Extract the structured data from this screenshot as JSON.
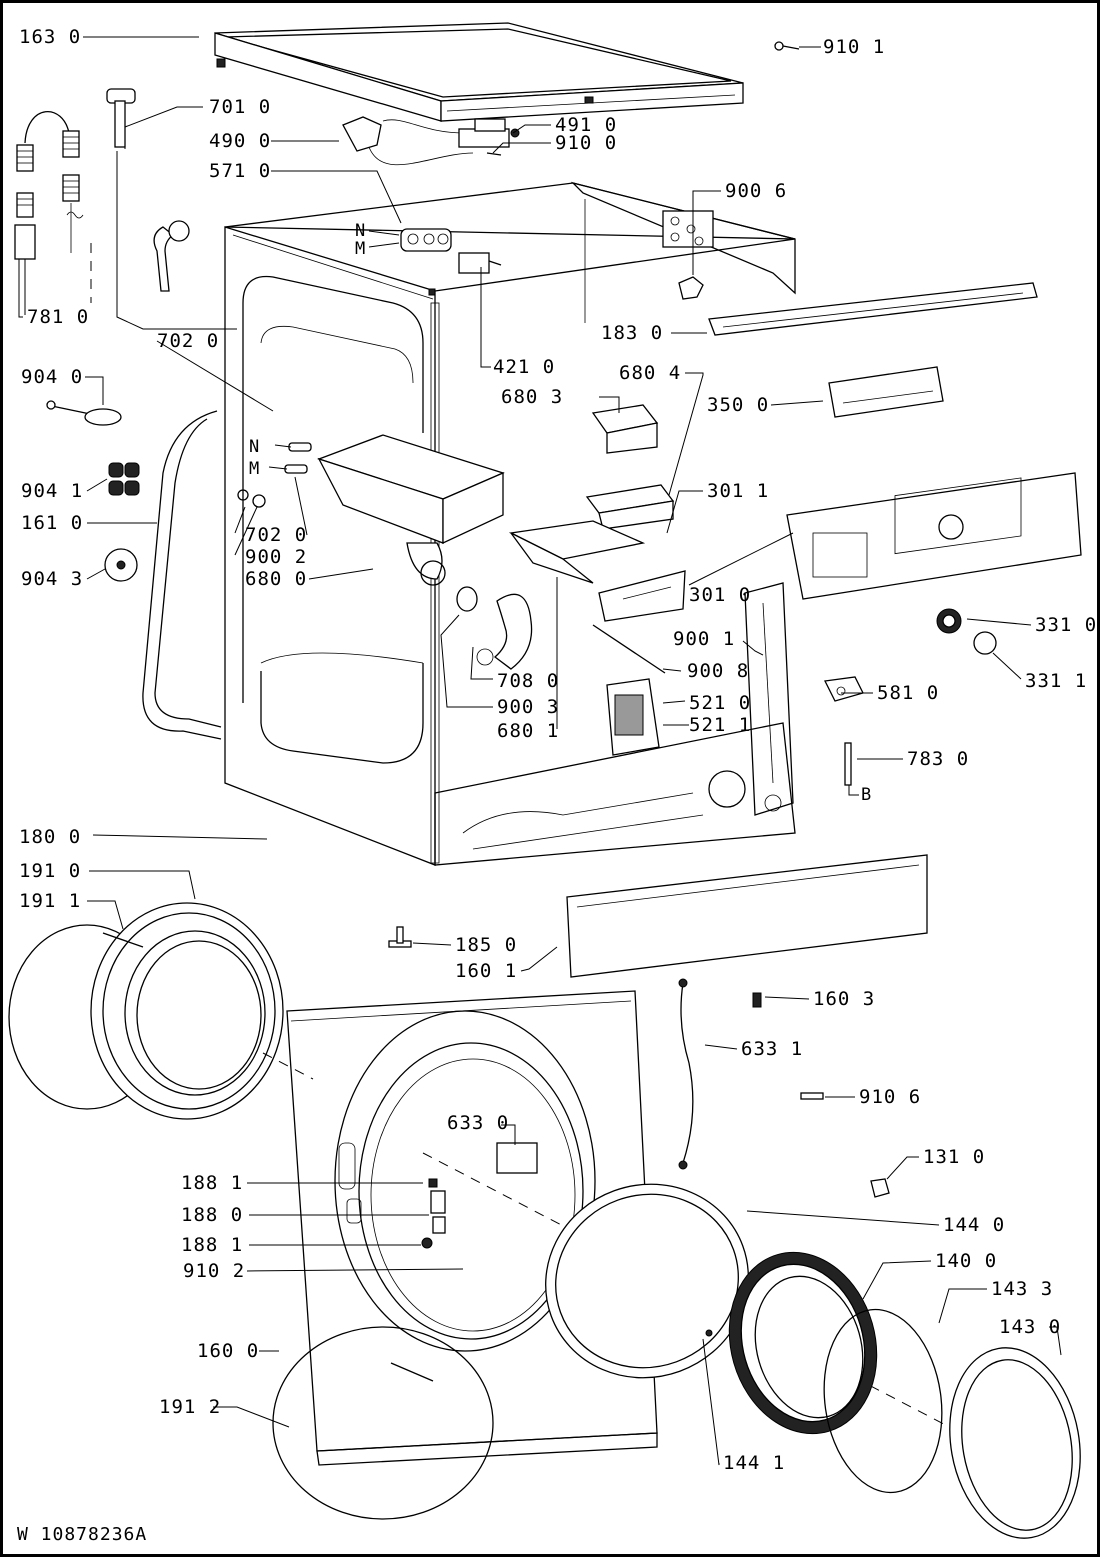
{
  "drawing_id": "W 10878236A",
  "callouts": [
    {
      "id": "c-163-0",
      "text": "163 0"
    },
    {
      "id": "c-910-1",
      "text": "910 1"
    },
    {
      "id": "c-701-0",
      "text": "701 0"
    },
    {
      "id": "c-490-0",
      "text": "490 0"
    },
    {
      "id": "c-491-0",
      "text": "491 0"
    },
    {
      "id": "c-910-0",
      "text": "910 0"
    },
    {
      "id": "c-571-0",
      "text": "571 0"
    },
    {
      "id": "c-900-6",
      "text": "900 6"
    },
    {
      "id": "c-n1",
      "text": "N"
    },
    {
      "id": "c-m1",
      "text": "M"
    },
    {
      "id": "c-781-0",
      "text": "781 0"
    },
    {
      "id": "c-183-0",
      "text": "183 0"
    },
    {
      "id": "c-702-0a",
      "text": "702 0"
    },
    {
      "id": "c-421-0",
      "text": "421 0"
    },
    {
      "id": "c-904-0",
      "text": "904 0"
    },
    {
      "id": "c-680-3",
      "text": "680 3"
    },
    {
      "id": "c-680-4",
      "text": "680 4"
    },
    {
      "id": "c-350-0",
      "text": "350 0"
    },
    {
      "id": "c-n2",
      "text": "N"
    },
    {
      "id": "c-m2",
      "text": "M"
    },
    {
      "id": "c-904-1",
      "text": "904 1"
    },
    {
      "id": "c-301-1",
      "text": "301 1"
    },
    {
      "id": "c-161-0",
      "text": "161 0"
    },
    {
      "id": "c-702-0b",
      "text": "702 0"
    },
    {
      "id": "c-900-2",
      "text": "900 2"
    },
    {
      "id": "c-904-3",
      "text": "904 3"
    },
    {
      "id": "c-680-0",
      "text": "680 0"
    },
    {
      "id": "c-301-0",
      "text": "301 0"
    },
    {
      "id": "c-331-0",
      "text": "331 0"
    },
    {
      "id": "c-900-1",
      "text": "900 1"
    },
    {
      "id": "c-900-8",
      "text": "900 8"
    },
    {
      "id": "c-331-1",
      "text": "331 1"
    },
    {
      "id": "c-708-0",
      "text": "708 0"
    },
    {
      "id": "c-521-0",
      "text": "521 0"
    },
    {
      "id": "c-581-0",
      "text": "581 0"
    },
    {
      "id": "c-900-3",
      "text": "900 3"
    },
    {
      "id": "c-521-1",
      "text": "521 1"
    },
    {
      "id": "c-680-1",
      "text": "680 1"
    },
    {
      "id": "c-783-0",
      "text": "783 0"
    },
    {
      "id": "c-b",
      "text": "B"
    },
    {
      "id": "c-180-0",
      "text": "180 0"
    },
    {
      "id": "c-191-0",
      "text": "191 0"
    },
    {
      "id": "c-191-1",
      "text": "191 1"
    },
    {
      "id": "c-185-0",
      "text": "185 0"
    },
    {
      "id": "c-160-1",
      "text": "160 1"
    },
    {
      "id": "c-160-3",
      "text": "160 3"
    },
    {
      "id": "c-633-1",
      "text": "633 1"
    },
    {
      "id": "c-910-6",
      "text": "910 6"
    },
    {
      "id": "c-633-0",
      "text": "633 0"
    },
    {
      "id": "c-131-0",
      "text": "131 0"
    },
    {
      "id": "c-188-1a",
      "text": "188 1"
    },
    {
      "id": "c-144-0",
      "text": "144 0"
    },
    {
      "id": "c-188-0",
      "text": "188 0"
    },
    {
      "id": "c-188-1b",
      "text": "188 1"
    },
    {
      "id": "c-140-0",
      "text": "140 0"
    },
    {
      "id": "c-910-2",
      "text": "910 2"
    },
    {
      "id": "c-143-3",
      "text": "143 3"
    },
    {
      "id": "c-143-0",
      "text": "143 0"
    },
    {
      "id": "c-160-0",
      "text": "160 0"
    },
    {
      "id": "c-191-2",
      "text": "191 2"
    },
    {
      "id": "c-144-1",
      "text": "144 1"
    }
  ]
}
